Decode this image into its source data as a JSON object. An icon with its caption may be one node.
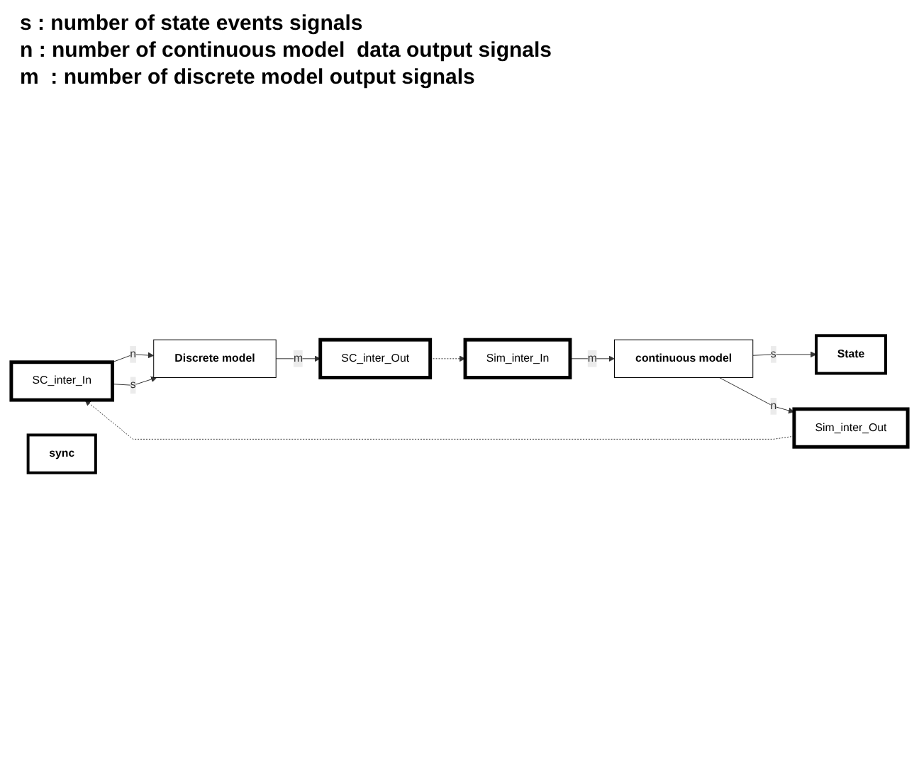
{
  "diagram": {
    "nodes": [
      {
        "text": [
          "SC_inter_In"
        ]
      },
      {
        "text": [
          "Discrete model"
        ]
      },
      {
        "text": [
          "SC_inter_Out"
        ]
      },
      {
        "text": [
          "sync"
        ]
      },
      {
        "text": [
          "State"
        ]
      },
      {
        "text": [
          "Sim_inter_In"
        ]
      },
      {
        "text": [
          "continuous model"
        ]
      },
      {
        "text": [
          "Sim_inter_Out"
        ]
      }
    ],
    "edges": [
      {
        "from": 0,
        "to": 1,
        "arrow": "to",
        "label": "n"
      },
      {
        "from": 0,
        "to": 1,
        "arrow": "to",
        "label": "s"
      },
      {
        "from": 1,
        "to": 2,
        "arrow": "to",
        "label": "m"
      },
      {
        "from": 2,
        "to": 5,
        "arrow": "to",
        "style": "dashed"
      },
      {
        "from": 5,
        "to": 6,
        "arrow": "to",
        "label": "m"
      },
      {
        "from": 6,
        "to": 4,
        "arrow": "to",
        "label": "s"
      },
      {
        "from": 6,
        "to": 7,
        "arrow": "to",
        "label": "n"
      },
      {
        "from": 7,
        "to": 0,
        "arrow": "to",
        "style": "dashed"
      }
    ],
    "labels": [
      "s : number of state events signals",
      "n : number of continuous model  data output signals",
      "m  : number of discrete model output signals"
    ]
  }
}
